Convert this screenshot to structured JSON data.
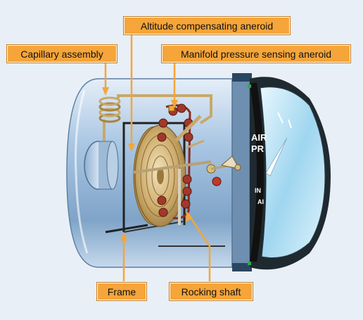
{
  "callouts": {
    "altitude_aneroid": "Altitude compensating aneroid",
    "capillary": "Capillary assembly",
    "manifold_aneroid": "Manifold pressure sensing aneroid",
    "frame": "Frame",
    "rocking_shaft": "Rocking shaft"
  },
  "dial_text": {
    "line1": "AIR",
    "line2": "PR",
    "line3": "IN",
    "line4": "AI"
  },
  "colors": {
    "callout_fill": "#f5a53a",
    "leader_line": "#f5a53a",
    "background": "#dfe8f3",
    "housing": "#a9c6e3",
    "aneroid": "#c9a86a",
    "linkage_red": "#8b2a1e",
    "dial_face": "#bfe6f7",
    "bezel": "#1f2a30"
  }
}
